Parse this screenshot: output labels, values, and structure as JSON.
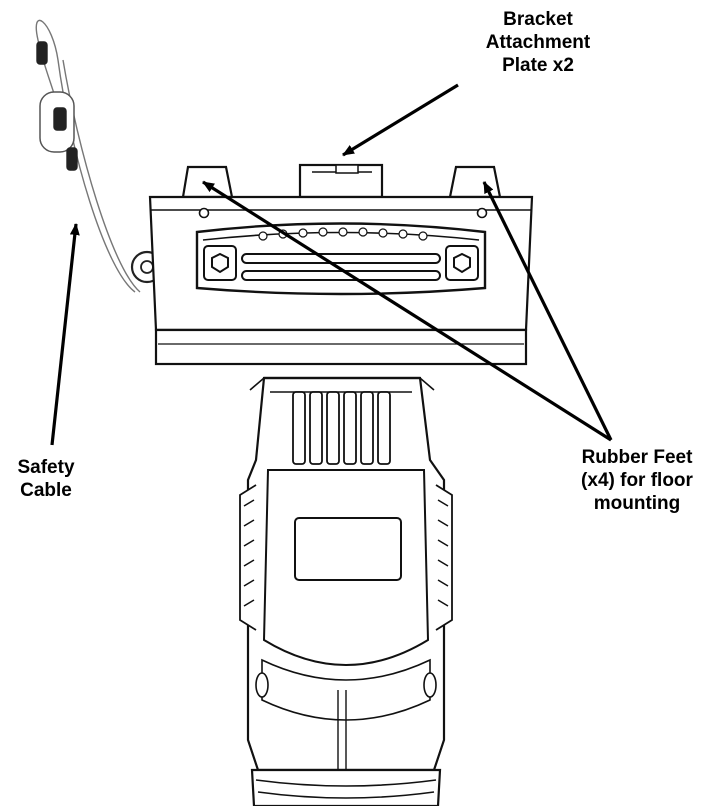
{
  "callouts": {
    "bracket_plate": [
      "Bracket",
      "Attachment",
      "Plate x2"
    ],
    "rubber_feet": [
      "Rubber Feet",
      "(x4) for floor",
      "mounting"
    ],
    "safety_cable": [
      "Safety",
      "Cable"
    ]
  }
}
